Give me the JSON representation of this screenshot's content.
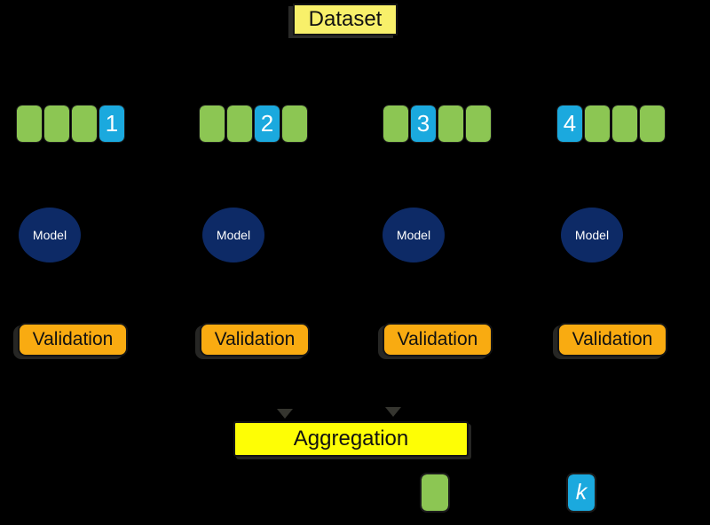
{
  "colors": {
    "background": "#000000",
    "train": "#8CC653",
    "test": "#1BA9DE",
    "model": "#0D2A66",
    "validation": "#F9AB11",
    "dataset": "#F8F06A",
    "aggregation": "#FEFE05",
    "dark_text": "#111111",
    "light_text": "#FFFFFF"
  },
  "labels": {
    "dataset": "Dataset",
    "model": "Model",
    "validation": "Validation",
    "aggregation": "Aggregation"
  },
  "folds": [
    {
      "label": "1",
      "cells": [
        "train",
        "train",
        "train",
        "test"
      ]
    },
    {
      "label": "2",
      "cells": [
        "train",
        "train",
        "test",
        "train"
      ]
    },
    {
      "label": "3",
      "cells": [
        "train",
        "test",
        "train",
        "train"
      ]
    },
    {
      "label": "4",
      "cells": [
        "test",
        "train",
        "train",
        "train"
      ]
    }
  ],
  "legend": {
    "k_label": "k"
  }
}
